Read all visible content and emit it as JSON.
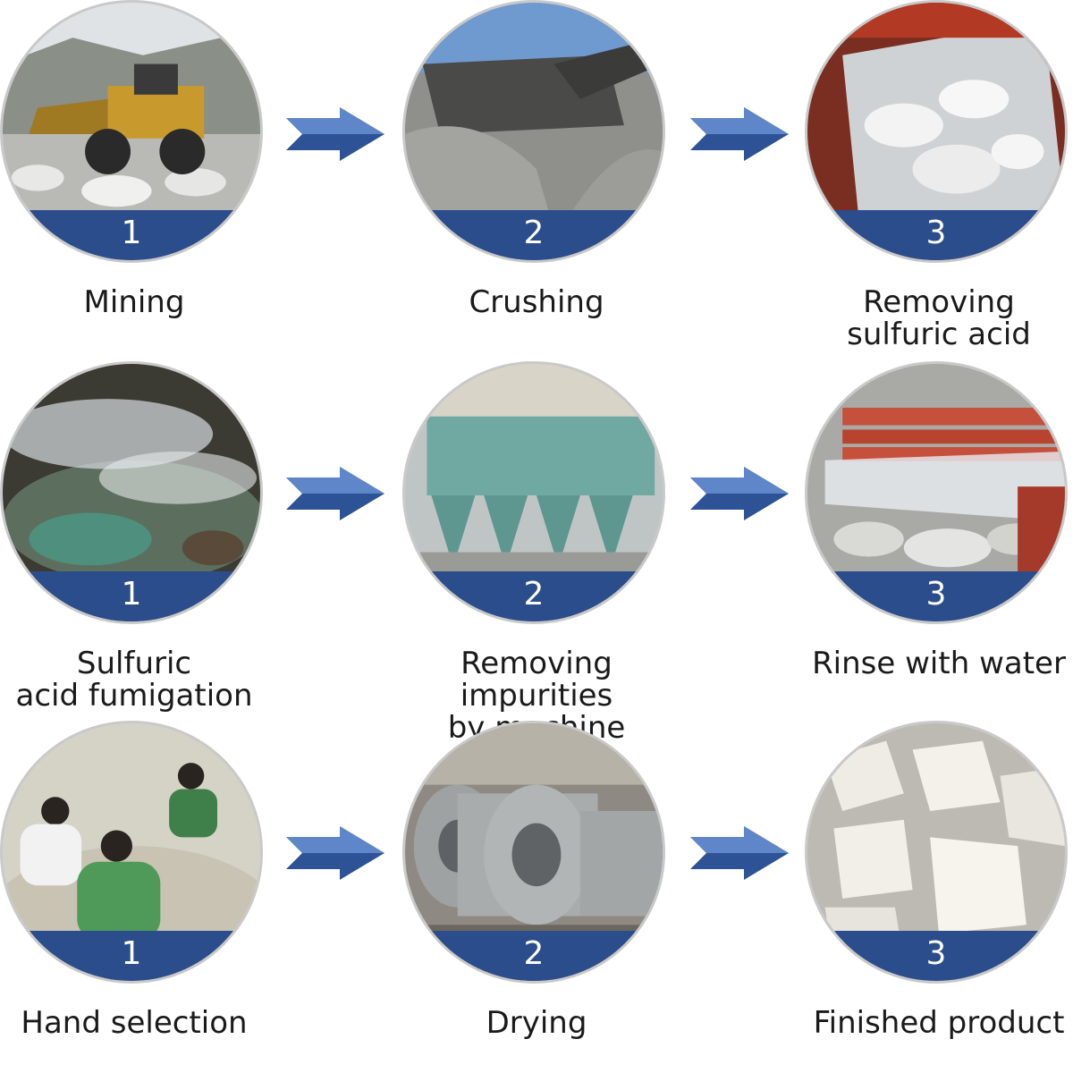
{
  "rows": [
    {
      "steps": [
        {
          "number": "1",
          "label": "Mining",
          "image": "loader-at-quarry"
        },
        {
          "number": "2",
          "label": "Crushing",
          "image": "mobile-crusher-gravel"
        },
        {
          "number": "3",
          "label": "Removing\nsulfuric acid",
          "image": "white-rocks-on-screen"
        }
      ]
    },
    {
      "steps": [
        {
          "number": "1",
          "label": "Sulfuric\nacid fumigation",
          "image": "steaming-rocks"
        },
        {
          "number": "2",
          "label": "Removing impurities\nby machine",
          "image": "dust-collector-machine"
        },
        {
          "number": "3",
          "label": "Rinse with water",
          "image": "water-rinsing-screen"
        }
      ]
    },
    {
      "steps": [
        {
          "number": "1",
          "label": "Hand selection",
          "image": "workers-sorting-stones"
        },
        {
          "number": "2",
          "label": "Drying",
          "image": "rotary-dryer"
        },
        {
          "number": "3",
          "label": "Finished product",
          "image": "white-stone-pieces"
        }
      ]
    }
  ],
  "colors": {
    "badge": "#2b4d8c",
    "arrow_light": "#5f86c8",
    "arrow_dark": "#1f3f7a",
    "circle_border": "#c9c9c9"
  },
  "icons": {
    "arrow": "right-arrow-icon"
  }
}
